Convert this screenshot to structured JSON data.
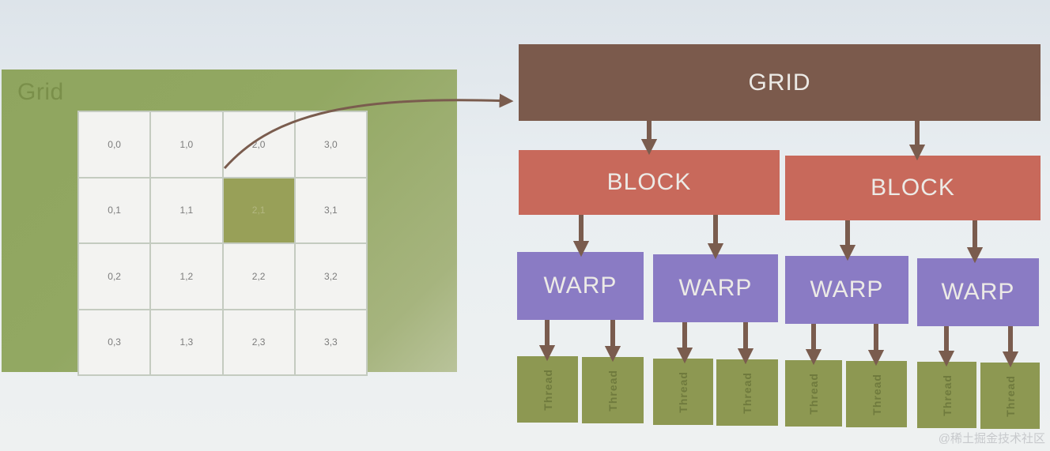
{
  "grid_panel": {
    "title": "Grid",
    "cells": [
      [
        "0,0",
        "1,0",
        "2,0",
        "3,0"
      ],
      [
        "0,1",
        "1,1",
        "2,1",
        "3,1"
      ],
      [
        "0,2",
        "1,2",
        "2,2",
        "3,2"
      ],
      [
        "0,3",
        "1,3",
        "2,3",
        "3,3"
      ]
    ],
    "highlighted_cell": "2,1"
  },
  "hierarchy": {
    "grid_label": "GRID",
    "blocks": [
      {
        "label": "BLOCK"
      },
      {
        "label": "BLOCK"
      }
    ],
    "warps": [
      {
        "label": "WARP"
      },
      {
        "label": "WARP"
      },
      {
        "label": "WARP"
      },
      {
        "label": "WARP"
      }
    ],
    "threads": [
      {
        "label": "Thread"
      },
      {
        "label": "Thread"
      },
      {
        "label": "Thread"
      },
      {
        "label": "Thread"
      },
      {
        "label": "Thread"
      },
      {
        "label": "Thread"
      },
      {
        "label": "Thread"
      },
      {
        "label": "Thread"
      }
    ]
  },
  "colors": {
    "grid_box": "#7b5a4c",
    "block_box": "#c8695b",
    "warp_box": "#8a7bc4",
    "thread_box": "#8d9852",
    "arrow": "#7a5c4e"
  },
  "watermark": "@稀土掘金技术社区"
}
